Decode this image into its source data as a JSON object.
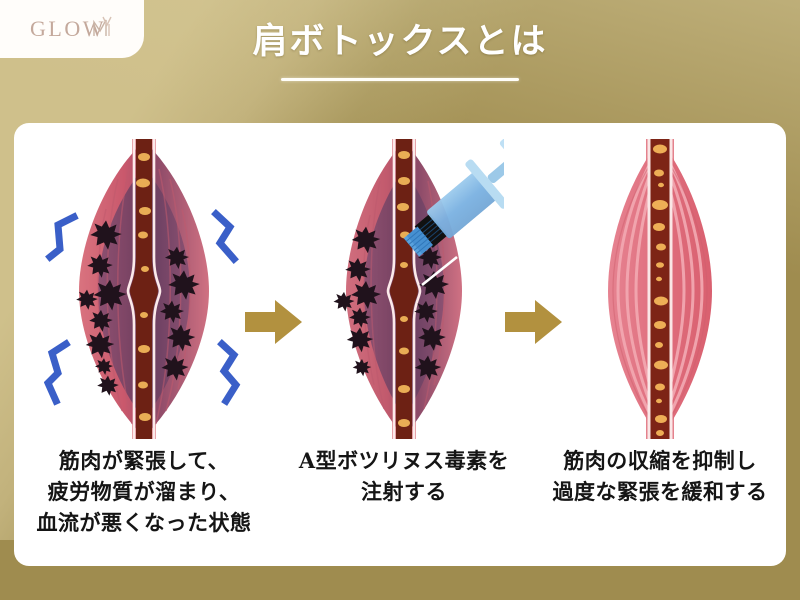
{
  "brand": {
    "logo_text": "GLOW",
    "logo_mark": "m-monogram-icon"
  },
  "header": {
    "title": "肩ボトックスとは",
    "rule": "title-underline"
  },
  "colors": {
    "background_gold": "#9f8c4f",
    "background_light_gold": "#cfc08b",
    "card": "#ffffff",
    "title_text": "#ffffff",
    "caption_text": "#151515",
    "arrow": "#b2913f",
    "muscle_pink": "#d66b7a",
    "muscle_deep": "#b4495c",
    "muscle_purple": "#6b4a6b",
    "vessel_dark": "#7a2318",
    "vessel_cell": "#e8a951",
    "toxin_cluster": "#231520",
    "zigzag_blue": "#3a5fc8",
    "syringe_blue": "#4a90d9",
    "logo_text": "#c4a99c"
  },
  "steps": [
    {
      "id": "step-tense-muscle",
      "illustration": "tense-muscle-with-fatigue-substances-icon",
      "caption_lines": [
        "筋肉が緊張して、",
        "疲労物質が溜まり、",
        "血流が悪くなった状態"
      ]
    },
    {
      "id": "step-injection",
      "illustration": "muscle-with-syringe-injection-icon",
      "caption_lines": [
        "A型ボツリヌス毒素を",
        "注射する"
      ]
    },
    {
      "id": "step-relaxed-muscle",
      "illustration": "relaxed-muscle-icon",
      "caption_lines": [
        "筋肉の収縮を抑制し",
        "過度な緊張を緩和する"
      ]
    }
  ],
  "arrows": [
    {
      "id": "arrow-1",
      "icon": "right-arrow-icon"
    },
    {
      "id": "arrow-2",
      "icon": "right-arrow-icon"
    }
  ]
}
